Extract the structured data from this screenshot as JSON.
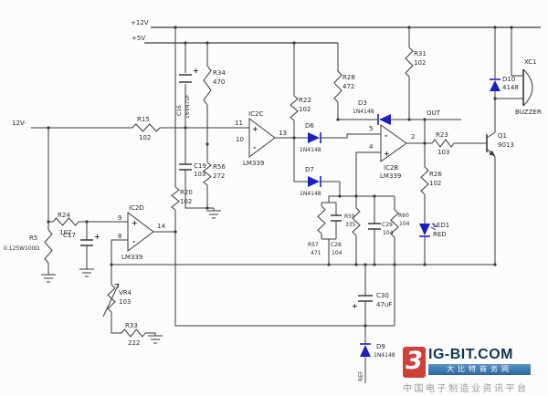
{
  "canvas": {
    "bg": "#fcfcfc",
    "wire_color": "#3a3a3a",
    "diode_color": "#1f1fc0",
    "text_color": "#2a2a2a"
  },
  "labels": {
    "v12": "+12V",
    "v5": "+5V",
    "input": "12V-",
    "out": "OUT",
    "ref": "REF"
  },
  "sym": {
    "plus": "+",
    "minus": "-"
  },
  "parts": {
    "r15": {
      "ref": "R15",
      "val": "102"
    },
    "r20": {
      "ref": "R20",
      "val": "102"
    },
    "r22": {
      "ref": "R22",
      "val": "102"
    },
    "r23": {
      "ref": "R23",
      "val": "103"
    },
    "r24": {
      "ref": "R24",
      "val": "102"
    },
    "r26": {
      "ref": "R26",
      "val": "102"
    },
    "r28": {
      "ref": "R28",
      "val": "472"
    },
    "r31": {
      "ref": "R31",
      "val": "102"
    },
    "r33": {
      "ref": "R33",
      "val": "222"
    },
    "r34": {
      "ref": "R34",
      "val": "470"
    },
    "r5": {
      "ref": "R5",
      "val": "0.125W100Ω"
    },
    "r56": {
      "ref": "R56",
      "val": "272"
    },
    "r57": {
      "ref": "R57",
      "val": "471"
    },
    "r59": {
      "ref": "R59",
      "val": "335"
    },
    "r60": {
      "ref": "R60",
      "val": "104"
    },
    "vr4": {
      "ref": "VR4",
      "val": "103"
    },
    "c16": {
      "ref": "C16",
      "val": "16V47uF"
    },
    "c17": {
      "ref": "C17"
    },
    "c19": {
      "ref": "C19",
      "val": "103"
    },
    "c28": {
      "ref": "C28",
      "val": "104"
    },
    "c29": {
      "ref": "C29",
      "val": "104"
    },
    "c30": {
      "ref": "C30",
      "val": "47uF"
    },
    "d3": {
      "ref": "D3",
      "val": "1N4148"
    },
    "d6": {
      "ref": "D6",
      "val": "1N4148"
    },
    "d7": {
      "ref": "D7",
      "val": "1N4148"
    },
    "d9": {
      "ref": "D9",
      "val": "1N4148"
    },
    "d10": {
      "ref": "D10",
      "val": "4148"
    },
    "led1": {
      "ref": "LED1",
      "val": "RED"
    },
    "q1": {
      "ref": "Q1",
      "val": "9013"
    },
    "xc1": {
      "ref": "XC1",
      "val": "BUZZER"
    },
    "ic2c": {
      "ref": "IC2C",
      "chip": "LM339",
      "pin_top": "11",
      "pin_bot": "10",
      "pin_out": "13"
    },
    "ic2b": {
      "ref": "IC2B",
      "chip": "LM339",
      "pin_top": "5",
      "pin_bot": "4",
      "pin_out": "2"
    },
    "ic2d": {
      "ref": "IC2D",
      "chip": "LM339",
      "pin_top": "9",
      "pin_bot": "8",
      "pin_out": "14"
    }
  },
  "watermark": {
    "logo_glyph": "3",
    "site": "IG-BIT.COM",
    "banner": "大比特商务网",
    "tagline": "中国电子制造业资讯平台",
    "logo_color": "#d04038",
    "site_color": "#12344f",
    "banner_bg": "#2f6ba3",
    "tagline_color": "#9a9a9a"
  }
}
